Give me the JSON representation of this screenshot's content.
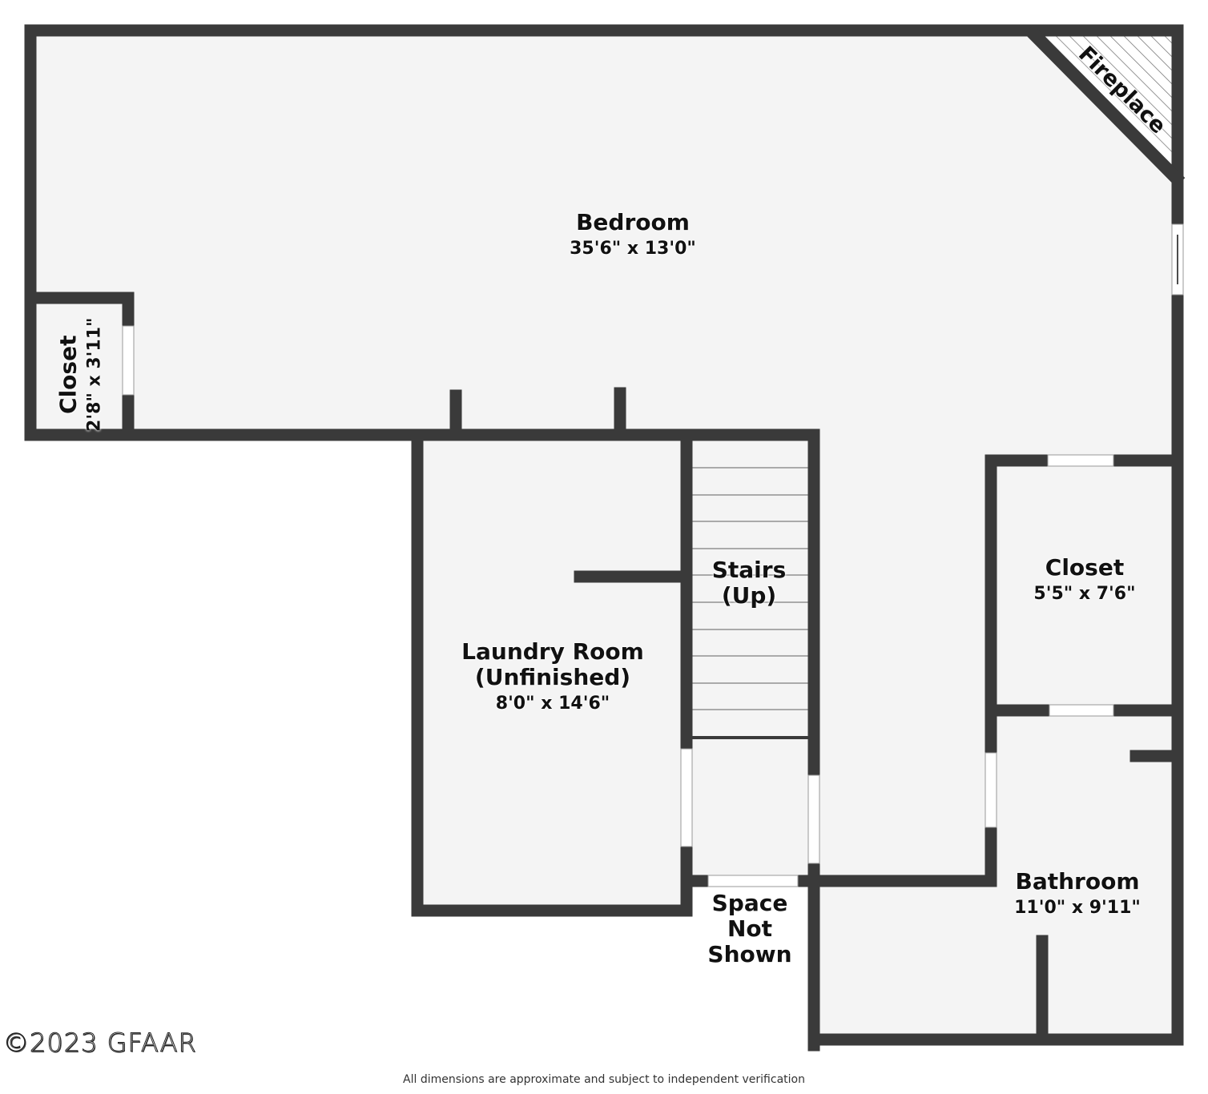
{
  "floorplan": {
    "rooms": [
      {
        "id": "bedroom",
        "name": "Bedroom",
        "dims": "35'6\" x 13'0\""
      },
      {
        "id": "closet-small",
        "name": "Closet",
        "dims": "2'8\" x 3'11\""
      },
      {
        "id": "laundry",
        "name": "Laundry Room (Unfinished)",
        "name_line1": "Laundry Room",
        "name_line2": "(Unfinished)",
        "dims": "8'0\" x 14'6\""
      },
      {
        "id": "stairs",
        "name": "Stairs (Up)",
        "name_line1": "Stairs",
        "name_line2": "(Up)"
      },
      {
        "id": "closet-large",
        "name": "Closet",
        "dims": "5'5\" x 7'6\""
      },
      {
        "id": "bathroom",
        "name": "Bathroom",
        "dims": "11'0\" x 9'11\""
      },
      {
        "id": "space-not-shown",
        "name": "Space Not Shown",
        "name_line1": "Space",
        "name_line2": "Not",
        "name_line3": "Shown"
      }
    ],
    "features": {
      "fireplace": "Fireplace"
    },
    "colors": {
      "wall": "#3a3a3a",
      "floor": "#f4f4f4",
      "opening": "#ffffff",
      "stair_line": "#aaaaaa"
    }
  },
  "watermark": "©2023 GFAAR",
  "footnote": "All dimensions are approximate and subject to independent verification"
}
